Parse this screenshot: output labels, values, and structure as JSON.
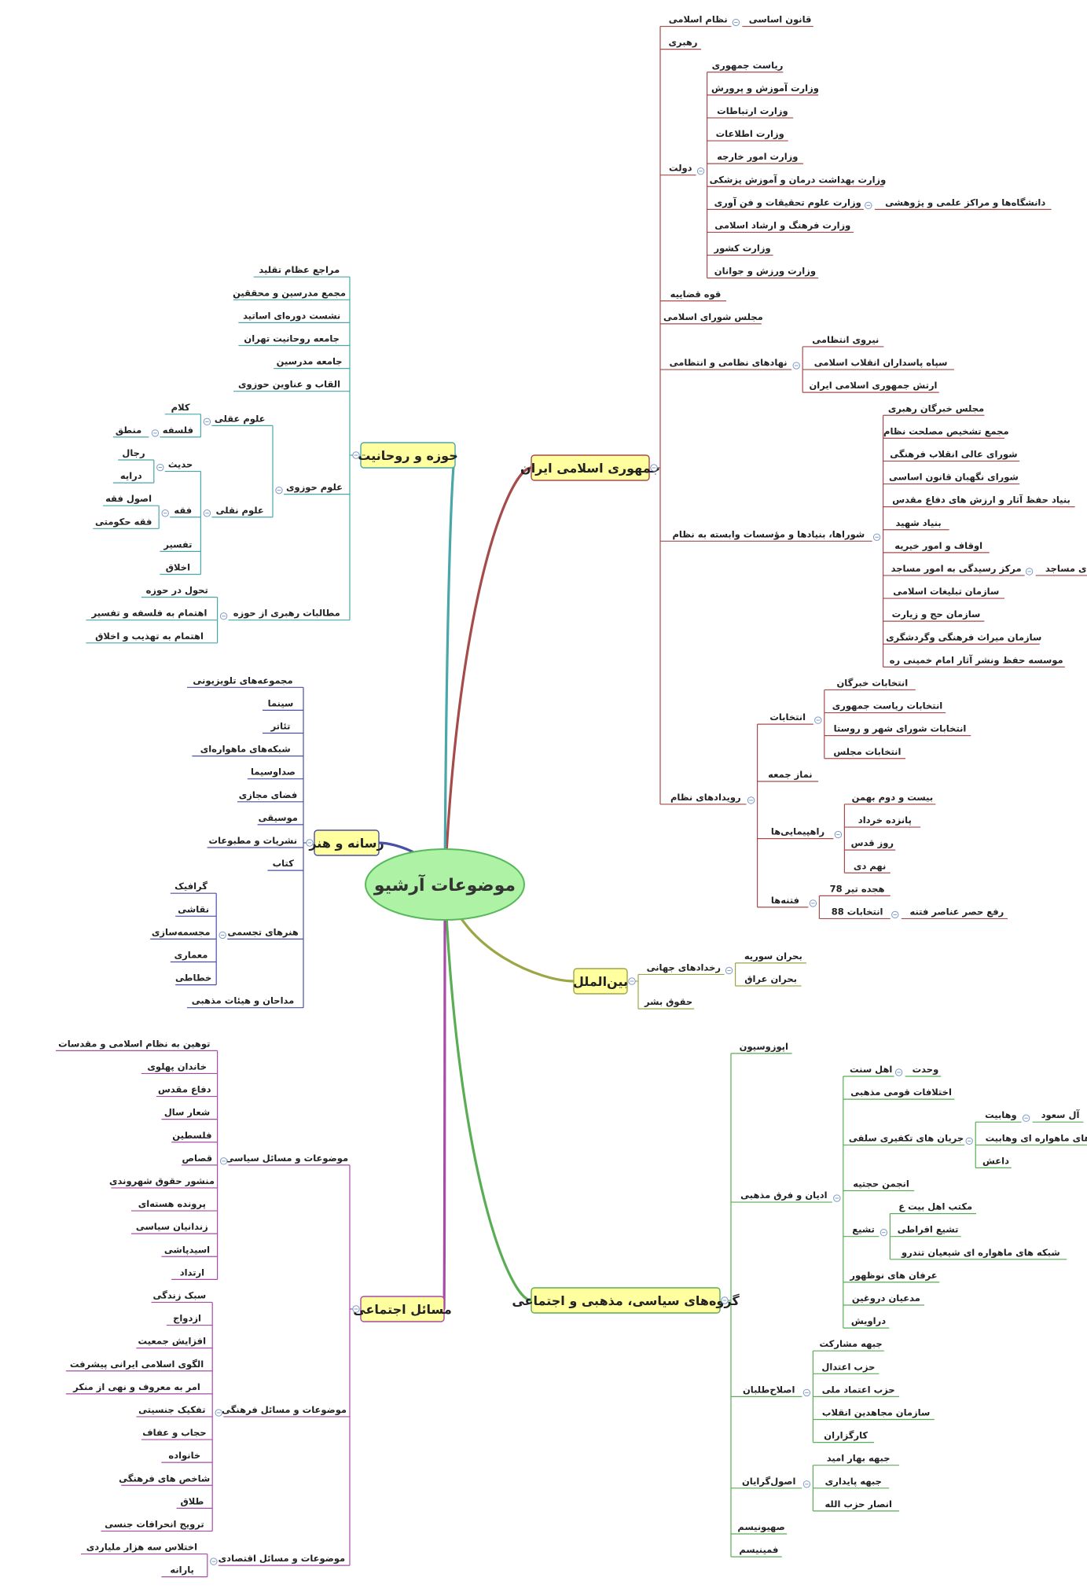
{
  "title": "موضوعات آرشیو",
  "colors": {
    "topic_fill": "#ffff9f",
    "topic_stroke": "#c8c86a",
    "root_fill": "#aef2a6",
    "root_stroke": "#58b85a",
    "toggle": "#7e9ac8"
  },
  "branches": [
    {
      "label": "جمهوری اسلامی ایران",
      "color": "#a64b4b",
      "children": [
        {
          "label": "نظام اسلامی",
          "children": [
            {
              "label": "قانون اساسی"
            }
          ]
        },
        {
          "label": "رهبری"
        },
        {
          "label": "دولت",
          "children": [
            {
              "label": "ریاست جمهوری"
            },
            {
              "label": "وزارت آموزش و پرورش"
            },
            {
              "label": "وزارت ارتباطات"
            },
            {
              "label": "وزارت اطلاعات"
            },
            {
              "label": "وزارت امور خارجه"
            },
            {
              "label": "وزارت بهداشت درمان و آموزش پزشکی"
            },
            {
              "label": "وزارت علوم تحقیقات و فن آوری",
              "children": [
                {
                  "label": "دانشگاه‌ها و مراکز علمی و پژوهشی"
                }
              ]
            },
            {
              "label": "وزارت فرهنگ و ارشاد اسلامی"
            },
            {
              "label": "وزارت کشور"
            },
            {
              "label": "وزارت ورزش و جوانان"
            }
          ]
        },
        {
          "label": "قوه قضاییه"
        },
        {
          "label": "مجلس شورای اسلامی"
        },
        {
          "label": "نهادهای نظامی و انتظامی",
          "children": [
            {
              "label": "نیروی انتظامی"
            },
            {
              "label": "سپاه پاسداران انقلاب اسلامی"
            },
            {
              "label": "ارتش جمهوری اسلامی ایران"
            }
          ]
        },
        {
          "label": "شوراها، بنیادها و مؤسسات وابسته به نظام",
          "children": [
            {
              "label": "مجلس خبرگان رهبری"
            },
            {
              "label": "مجمع تشخیص مصلحت نظام"
            },
            {
              "label": "شورای عالی انقلاب فرهنگی"
            },
            {
              "label": "شورای نگهبان قانون اساسی"
            },
            {
              "label": "بنیاد حفظ آثار و ارزش های دفاع مقدس"
            },
            {
              "label": "بنیاد شهید"
            },
            {
              "label": "اوقاف و امور خیریه"
            },
            {
              "label": "مرکز رسیدگی به امور مساجد",
              "children": [
                {
                  "label": "کانون‌های مساجد"
                }
              ]
            },
            {
              "label": "سازمان تبلیغات اسلامی"
            },
            {
              "label": "سازمان حج و زیارت"
            },
            {
              "label": "سازمان میراث فرهنگی وگردشگری"
            },
            {
              "label": "موسسه حفظ ونشر آثار امام خمینی ره"
            }
          ]
        },
        {
          "label": "رویدادهای نظام",
          "children": [
            {
              "label": "انتخابات",
              "children": [
                {
                  "label": "انتخابات خبرگان"
                },
                {
                  "label": "انتخابات ریاست جمهوری"
                },
                {
                  "label": "انتخابات شورای شهر و روستا"
                },
                {
                  "label": "انتخابات مجلس"
                }
              ]
            },
            {
              "label": "نماز جمعه"
            },
            {
              "label": "راهپیمایی‌ها",
              "children": [
                {
                  "label": "بیست و دوم بهمن"
                },
                {
                  "label": "پانزده خرداد"
                },
                {
                  "label": "روز قدس"
                },
                {
                  "label": "نهم دی"
                }
              ]
            },
            {
              "label": "فتنه‌ها",
              "children": [
                {
                  "label": "هجده تیر 78"
                },
                {
                  "label": "انتخابات 88",
                  "children": [
                    {
                      "label": "رفع حصر عناصر فتنه"
                    }
                  ]
                }
              ]
            }
          ]
        }
      ]
    },
    {
      "label": "بین‌الملل",
      "color": "#9ca645",
      "children": [
        {
          "label": "رخدادهای جهانی",
          "children": [
            {
              "label": "بحران سوریه"
            },
            {
              "label": "بحران عراق"
            }
          ]
        },
        {
          "label": "حقوق بشر"
        }
      ]
    },
    {
      "label": "گروه‌های سیاسی، مذهبی و اجتماعی",
      "color": "#5aac55",
      "children": [
        {
          "label": "اپوزوسیون"
        },
        {
          "label": "ادیان و فرق مذهبی",
          "children": [
            {
              "label": "اهل سنت",
              "children": [
                {
                  "label": "وحدت"
                }
              ]
            },
            {
              "label": "اختلافات قومی مذهبی"
            },
            {
              "label": "جریان های تکفیری سلفی",
              "children": [
                {
                  "label": "وهابیت",
                  "children": [
                    {
                      "label": "آل سعود"
                    }
                  ]
                },
                {
                  "label": "شبکه های ماهواره ای وهابیت"
                },
                {
                  "label": "داعش"
                }
              ]
            },
            {
              "label": "انجمن حجتیه"
            },
            {
              "label": "تشیع",
              "children": [
                {
                  "label": "مکتب اهل بیت ع"
                },
                {
                  "label": "تشیع افراطی"
                },
                {
                  "label": "شبکه های ماهواره ای شیعیان تندرو"
                }
              ]
            },
            {
              "label": "عرفان های نوظهور"
            },
            {
              "label": "مدعیان دروغین"
            },
            {
              "label": "دراویش"
            }
          ]
        },
        {
          "label": "اصلاح‌طلبان",
          "children": [
            {
              "label": "جبهه مشارکت"
            },
            {
              "label": "حزب اعتدال"
            },
            {
              "label": "حزب اعتماد ملی"
            },
            {
              "label": "سازمان مجاهدین انقلاب"
            },
            {
              "label": "کارگزاران"
            }
          ]
        },
        {
          "label": "اصول‌گرایان",
          "children": [
            {
              "label": "جبهه بهار امید"
            },
            {
              "label": "جبهه پایداری"
            },
            {
              "label": "انصار حزب الله"
            }
          ]
        },
        {
          "label": "صهیونیسم"
        },
        {
          "label": "فمینیسم"
        }
      ]
    },
    {
      "label": "حوزه و روحانیت",
      "color": "#4aa6a8",
      "children": [
        {
          "label": "مراجع عظام تقلید"
        },
        {
          "label": "مجمع مدرسین و محققین"
        },
        {
          "label": "نشست دوره‌ای اساتید"
        },
        {
          "label": "جامعه روحانیت تهران"
        },
        {
          "label": "جامعه مدرسین"
        },
        {
          "label": "القاب و عناوین حوزوی"
        },
        {
          "label": "علوم حوزوی",
          "children": [
            {
              "label": "علوم عقلی",
              "children": [
                {
                  "label": "کلام"
                },
                {
                  "label": "فلسفه",
                  "children": [
                    {
                      "label": "منطق"
                    }
                  ]
                }
              ]
            },
            {
              "label": "علوم نقلی",
              "children": [
                {
                  "label": "حدیث",
                  "children": [
                    {
                      "label": "رجال"
                    },
                    {
                      "label": "درایه"
                    }
                  ]
                },
                {
                  "label": "فقه",
                  "children": [
                    {
                      "label": "اصول فقه"
                    },
                    {
                      "label": "فقه حکومتی"
                    }
                  ]
                },
                {
                  "label": "تفسیر"
                },
                {
                  "label": "اخلاق"
                }
              ]
            }
          ]
        },
        {
          "label": "مطالبات رهبری از حوزه",
          "children": [
            {
              "label": "تحول در حوزه"
            },
            {
              "label": "اهتمام به فلسفه و تفسیر"
            },
            {
              "label": "اهتمام به تهذیب و اخلاق"
            }
          ]
        }
      ]
    },
    {
      "label": "رسانه و هنر",
      "color": "#4b4fa6",
      "children": [
        {
          "label": "مجموعه‌های تلویزیونی"
        },
        {
          "label": "سینما"
        },
        {
          "label": "تئاتر"
        },
        {
          "label": "شبکه‌های ماهواره‌ای"
        },
        {
          "label": "صداوسیما"
        },
        {
          "label": "فضای مجازی"
        },
        {
          "label": "موسیقی"
        },
        {
          "label": "نشریات و مطبوعات"
        },
        {
          "label": "کتاب"
        },
        {
          "label": "هنرهای تجسمی",
          "children": [
            {
              "label": "گرافیک"
            },
            {
              "label": "نقاشی"
            },
            {
              "label": "مجسمه‌سازی"
            },
            {
              "label": "معماری"
            },
            {
              "label": "خطاطی"
            }
          ]
        },
        {
          "label": "مداحان و هیئات مذهبی"
        }
      ]
    },
    {
      "label": "مسائل اجتماعی",
      "color": "#a64ba6",
      "children": [
        {
          "label": "موضوعات و مسائل سیاسی",
          "children": [
            {
              "label": "توهین به نظام اسلامی و مقدسات"
            },
            {
              "label": "خاندان پهلوی"
            },
            {
              "label": "دفاع مقدس"
            },
            {
              "label": "شعار سال"
            },
            {
              "label": "فلسطین"
            },
            {
              "label": "قصاص"
            },
            {
              "label": "منشور حقوق شهروندی"
            },
            {
              "label": "پرونده هسته‌ای"
            },
            {
              "label": "زندانیان سیاسی"
            },
            {
              "label": "اسیدپاشی"
            },
            {
              "label": "ارتداد"
            }
          ]
        },
        {
          "label": "موضوعات و مسائل فرهنگی",
          "children": [
            {
              "label": "سبک زندگی"
            },
            {
              "label": "ازدواج"
            },
            {
              "label": "افزایش جمعیت"
            },
            {
              "label": "الگوی اسلامی ایرانی پیشرفت"
            },
            {
              "label": "امر به معروف و نهی از منکر"
            },
            {
              "label": "تفکیک جنسیتی"
            },
            {
              "label": "حجاب و عفاف"
            },
            {
              "label": "خانواده"
            },
            {
              "label": "شاخص های فرهنگی"
            },
            {
              "label": "طلاق"
            },
            {
              "label": "ترویج انحرافات جنسی"
            }
          ]
        },
        {
          "label": "موضوعات و مسائل اقتصادی",
          "children": [
            {
              "label": "اختلاس سه هزار ملیاردی"
            },
            {
              "label": "یارانه"
            }
          ]
        }
      ]
    }
  ]
}
